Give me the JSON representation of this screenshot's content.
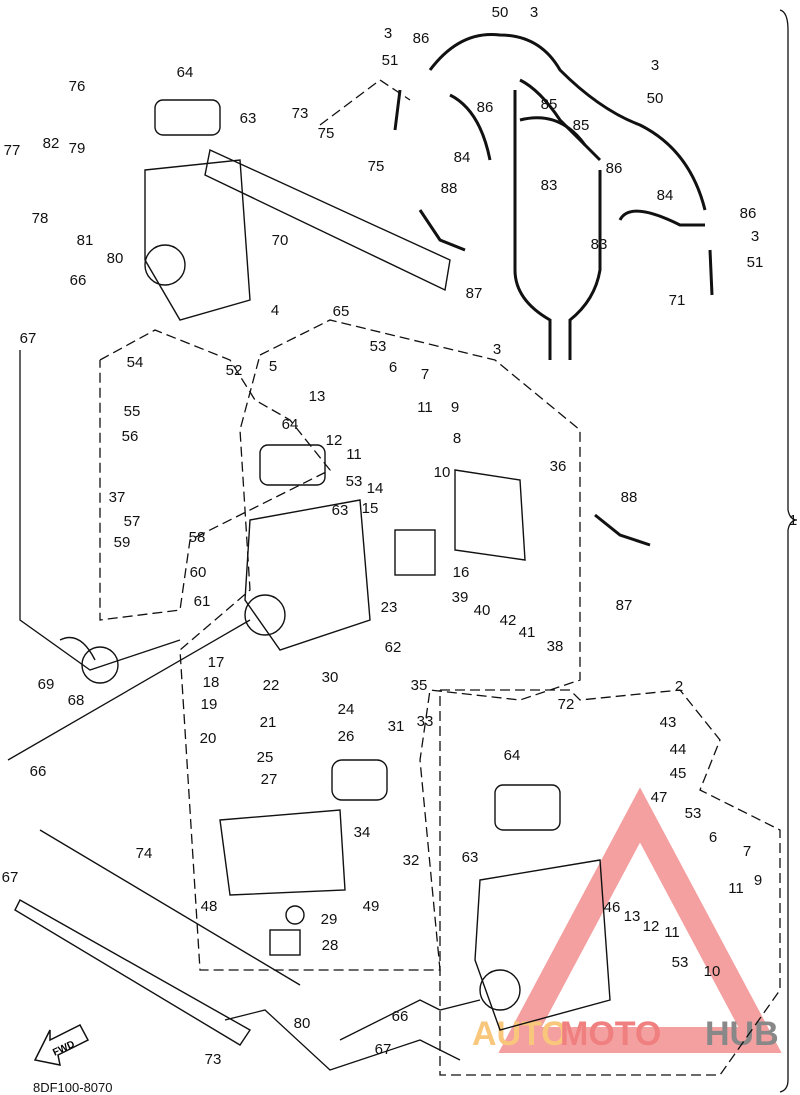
{
  "diagram": {
    "drawing_code": "8DF100-8070",
    "fwd_label": "FWD",
    "watermark": {
      "part1": "AUTO",
      "part2": "MOTO",
      "part3": "HUB"
    },
    "colors": {
      "line": "#111111",
      "watermark_red": "#f08080",
      "watermark_orange": "#f9c77c",
      "watermark_gray": "#888888"
    },
    "callouts": [
      "50",
      "3",
      "3",
      "51",
      "86",
      "3",
      "50",
      "64",
      "76",
      "63",
      "73",
      "75",
      "77",
      "82",
      "79",
      "86",
      "85",
      "85",
      "84",
      "86",
      "83",
      "78",
      "81",
      "80",
      "88",
      "75",
      "84",
      "86",
      "83",
      "3",
      "51",
      "70",
      "66",
      "87",
      "71",
      "4",
      "67",
      "65",
      "53",
      "3",
      "5",
      "6",
      "7",
      "54",
      "52",
      "13",
      "11",
      "9",
      "55",
      "64",
      "12",
      "8",
      "56",
      "11",
      "36",
      "10",
      "14",
      "53",
      "37",
      "15",
      "63",
      "1",
      "88",
      "57",
      "58",
      "59",
      "16",
      "60",
      "61",
      "23",
      "39",
      "40",
      "42",
      "41",
      "87",
      "62",
      "38",
      "17",
      "30",
      "35",
      "69",
      "18",
      "22",
      "68",
      "2",
      "19",
      "24",
      "72",
      "43",
      "33",
      "21",
      "20",
      "26",
      "31",
      "44",
      "25",
      "64",
      "66",
      "45",
      "27",
      "47",
      "53",
      "34",
      "6",
      "7",
      "32",
      "63",
      "74",
      "67",
      "48",
      "49",
      "46",
      "13",
      "11",
      "9",
      "12",
      "29",
      "11",
      "28",
      "53",
      "10",
      "80",
      "66",
      "73",
      "67"
    ]
  }
}
